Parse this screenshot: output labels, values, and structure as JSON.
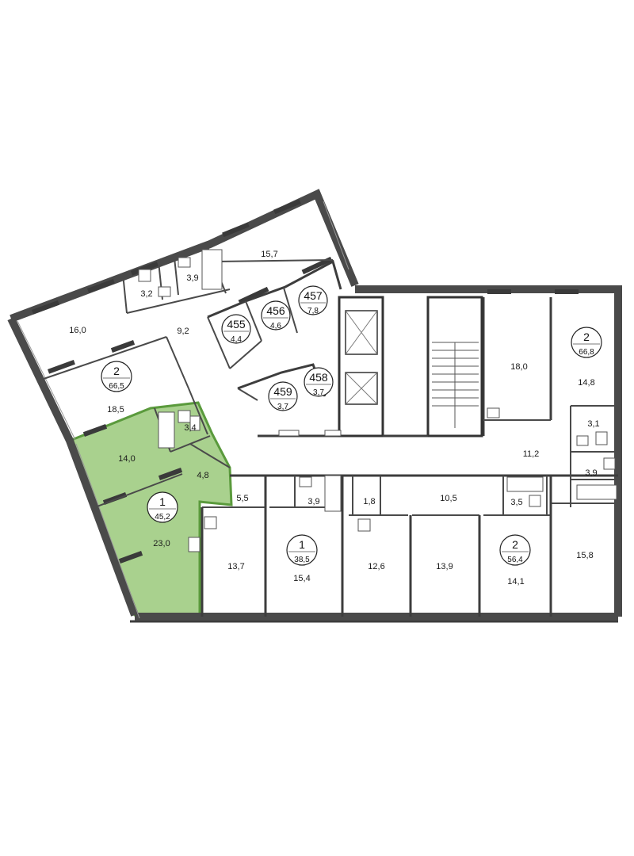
{
  "colors": {
    "highlight": "#a9d18e",
    "highlight_border": "#5a9a3c",
    "wall": "#3d3d3d",
    "background": "#ffffff"
  },
  "apartments": [
    {
      "id": "apt-2-left",
      "rooms": "2",
      "area": "66,5"
    },
    {
      "id": "apt-1-selected",
      "rooms": "1",
      "area": "45,2",
      "selected": true
    },
    {
      "id": "apt-1-mid",
      "rooms": "1",
      "area": "38,5"
    },
    {
      "id": "apt-2-bottom-right",
      "rooms": "2",
      "area": "56,4"
    },
    {
      "id": "apt-2-top-right",
      "rooms": "2",
      "area": "66,8"
    }
  ],
  "storage_units": [
    {
      "number": "455",
      "area": "4,4"
    },
    {
      "number": "456",
      "area": "4,6"
    },
    {
      "number": "457",
      "area": "7,8"
    },
    {
      "number": "458",
      "area": "3,7"
    },
    {
      "number": "459",
      "area": "3,7"
    }
  ],
  "room_areas": {
    "r_15_7": "15,7",
    "r_3_9_top": "3,9",
    "r_3_2": "3,2",
    "r_16_0": "16,0",
    "r_9_2": "9,2",
    "r_18_5": "18,5",
    "r_3_4": "3,4",
    "r_14_0": "14,0",
    "r_4_8": "4,8",
    "r_23_0": "23,0",
    "r_13_7": "13,7",
    "r_5_5": "5,5",
    "r_3_9_mid": "3,9",
    "r_15_4": "15,4",
    "r_1_8": "1,8",
    "r_12_6": "12,6",
    "r_10_5": "10,5",
    "r_13_9": "13,9",
    "r_3_5": "3,5",
    "r_14_1": "14,1",
    "r_15_8": "15,8",
    "r_18_0": "18,0",
    "r_14_8": "14,8",
    "r_3_1": "3,1",
    "r_11_2": "11,2",
    "r_3_9_right": "3,9"
  }
}
